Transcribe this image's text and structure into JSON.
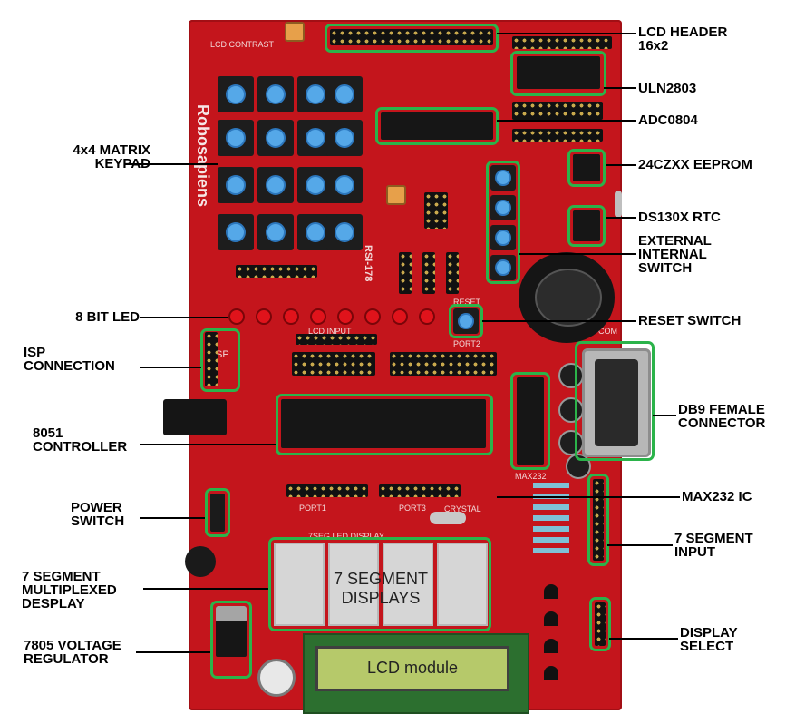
{
  "labels": {
    "lcd_header": "LCD HEADER\n16x2",
    "uln2803": "ULN2803",
    "adc0804": "ADC0804",
    "eeprom": "24CZXX EEPROM",
    "rtc": "DS130X RTC",
    "ext_int_switch": "EXTERNAL\nINTERNAL\nSWITCH",
    "reset_switch": "RESET SWITCH",
    "db9": "DB9 FEMALE\nCONNECTOR",
    "max232": "MAX232 IC",
    "seg_input": "7 SEGMENT\nINPUT",
    "display_select": "DISPLAY\nSELECT",
    "keypad": "4x4 MATRIX\nKEYPAD",
    "led8": "8 BIT LED",
    "isp": "ISP\nCONNECTION",
    "controller": "8051\nCONTROLLER",
    "power_switch": "POWER\nSWITCH",
    "seg_mux": "7 SEGMENT\nMULTIPLEXED\nDESPLAY",
    "regulator": "7805 VOLTAGE\nREGULATOR"
  },
  "inline_text": {
    "seg_displays": "7 SEGMENT\nDISPLAYS",
    "lcd_module": "LCD module"
  },
  "board_text": {
    "brand": "Robosapiens",
    "model": "RSI-178",
    "lcd_contrast": "LCD CONTRAST",
    "reset": "RESET",
    "isp": "ISP",
    "max232": "MAX232",
    "lcd_input": "LCD INPUT",
    "port1": "PORT1",
    "port2": "PORT2",
    "port3": "PORT3",
    "crystal": "CRYSTAL",
    "display_caption": "7SEG LED DISPLAY",
    "com": "COM"
  },
  "colors": {
    "board": "#c4151c",
    "highlight": "#2bb34a",
    "button_cap": "#55a8e8",
    "lcd_screen": "#b6c96a"
  }
}
